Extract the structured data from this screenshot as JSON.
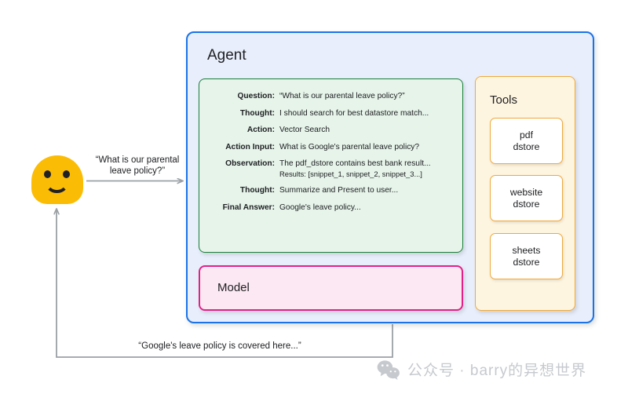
{
  "diagram": {
    "title": "Agent architecture with tools and model",
    "colors": {
      "agent_border": "#1a73e8",
      "agent_fill": "#e8eefb",
      "trace_border": "#188038",
      "trace_fill": "#e6f4ea",
      "model_border": "#e0218a",
      "model_fill": "#fce8f2",
      "tools_border": "#f0a93b",
      "tools_fill": "#fef5e0",
      "avatar": "#fbbc05",
      "arrow": "#9aa0a6",
      "watermark": "#c6c9ce"
    }
  },
  "user": {
    "avatar_name": "user-smiley-avatar",
    "question_label": "“What is our parental\nleave policy?”",
    "answer_label": "“Google's leave policy is covered here...”"
  },
  "agent": {
    "title": "Agent",
    "trace": {
      "rows": [
        {
          "key": "Question:",
          "value": "“What is our parental leave policy?”",
          "sub": ""
        },
        {
          "key": "Thought:",
          "value": "I should search for best datastore match...",
          "sub": ""
        },
        {
          "key": "Action:",
          "value": "Vector Search",
          "sub": ""
        },
        {
          "key": "Action Input:",
          "value": "What is Google's parental leave policy?",
          "sub": ""
        },
        {
          "key": "Observation:",
          "value": "The pdf_dstore contains best bank result...",
          "sub": "Results: [snippet_1, snippet_2, snippet_3...]"
        },
        {
          "key": "Thought:",
          "value": "Summarize and Present to user...",
          "sub": ""
        },
        {
          "key": "Final Answer:",
          "value": "Google's leave policy...",
          "sub": ""
        }
      ]
    },
    "model": {
      "title": "Model"
    },
    "tools": {
      "title": "Tools",
      "items": [
        {
          "label": "pdf\ndstore"
        },
        {
          "label": "website\ndstore"
        },
        {
          "label": "sheets\ndstore"
        }
      ]
    }
  },
  "watermark": {
    "icon": "wechat-icon",
    "text": "公众号 · barry的异想世界"
  }
}
